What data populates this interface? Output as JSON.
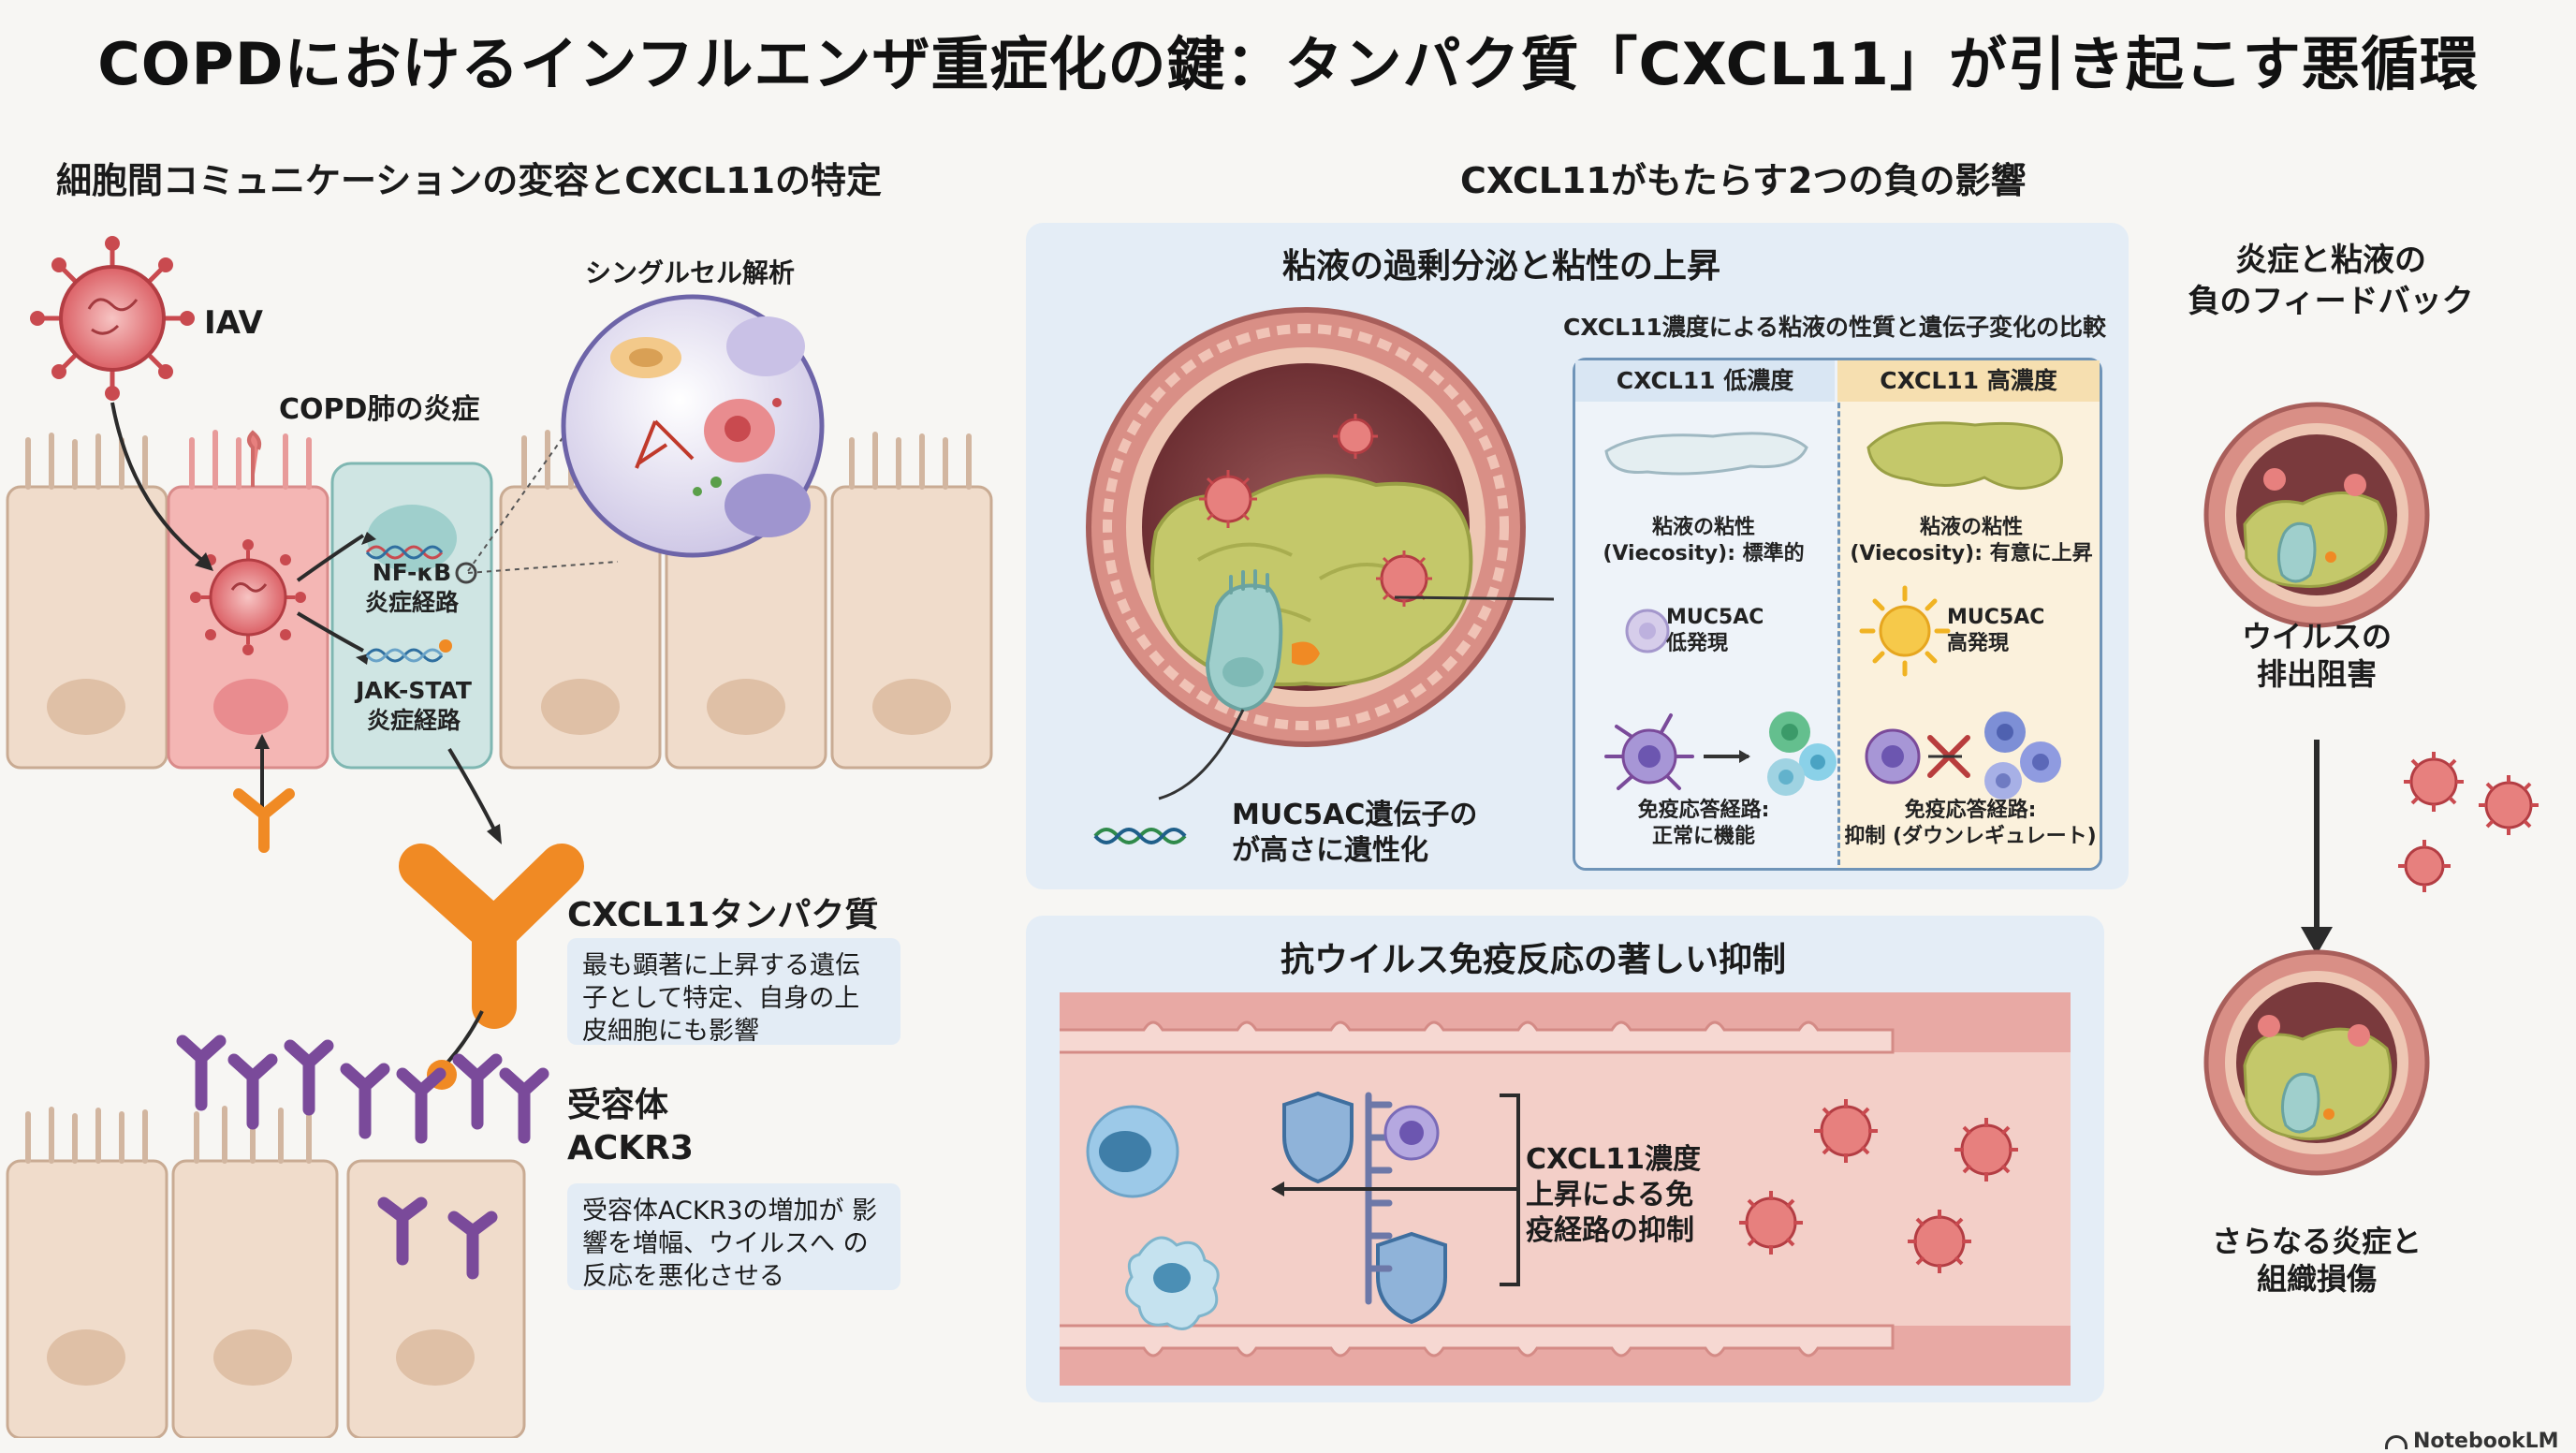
{
  "main_title": "COPDにおけるインフルエンザ重症化の鍵：タンパク質「CXCL11」が引き起こす悪循環",
  "left": {
    "section_title": "細胞間コミュニケーションの変容とCXCL11の特定",
    "iav_label": "IAV",
    "copd_label": "COPD肺の炎症",
    "single_cell_label": "シングルセル解析",
    "nfkb_label": "NF-κB\n炎症経路",
    "jakstat_label": "JAK-STAT\n炎症経路",
    "cxcl11_title": "CXCL11タンパク質",
    "cxcl11_note": "最も顕著に上昇する遺伝\n子として特定、自身の上\n皮細胞にも影響",
    "receptor_title": "受容体\nACKR3",
    "receptor_note": "受容体ACKR3の増加が\n影響を増幅、ウイルスへ\nの反応を悪化させる"
  },
  "right": {
    "section_title": "CXCL11がもたらす2つの負の影響",
    "mucus_panel": {
      "title": "粘液の過剰分泌と粘性の上昇",
      "compare_title": "CXCL11濃度による粘液の性質と遺伝子変化の比較",
      "low_head": "CXCL11 低濃度",
      "high_head": "CXCL11 高濃度",
      "low_viscosity": "粘液の粘性\n(Viecosity): 標準的",
      "high_viscosity": "粘液の粘性\n(Viecosity): 有意に上昇",
      "low_muc": "MUC5AC\n低発現",
      "high_muc": "MUC5AC\n高発現",
      "low_immune": "免疫応答経路:\n正常に機能",
      "high_immune": "免疫応答経路:\n抑制 (ダウンレギュレート)",
      "gene_label": "MUC5AC遺伝子の\nが高さに遺性化"
    },
    "immune_panel": {
      "title": "抗ウイルス免疫反応の著しい抑制",
      "suppress_label": "CXCL11濃度\n上昇による免\n疫経路の抑制"
    },
    "feedback": {
      "title": "炎症と粘液の\n負のフィードバック",
      "step1": "ウイルスの\n排出阻害",
      "step2": "さらなる炎症と\n組織損傷"
    }
  },
  "brand": "NotebookLM",
  "colors": {
    "virus": "#c94a4f",
    "mucus": "#c4c86a",
    "cxcl11": "#f08a24",
    "receptor": "#7a4a9a",
    "panel": "#e4edf6",
    "low_head_bg": "#d9e6f3",
    "high_head_bg": "#f6dfb0"
  }
}
